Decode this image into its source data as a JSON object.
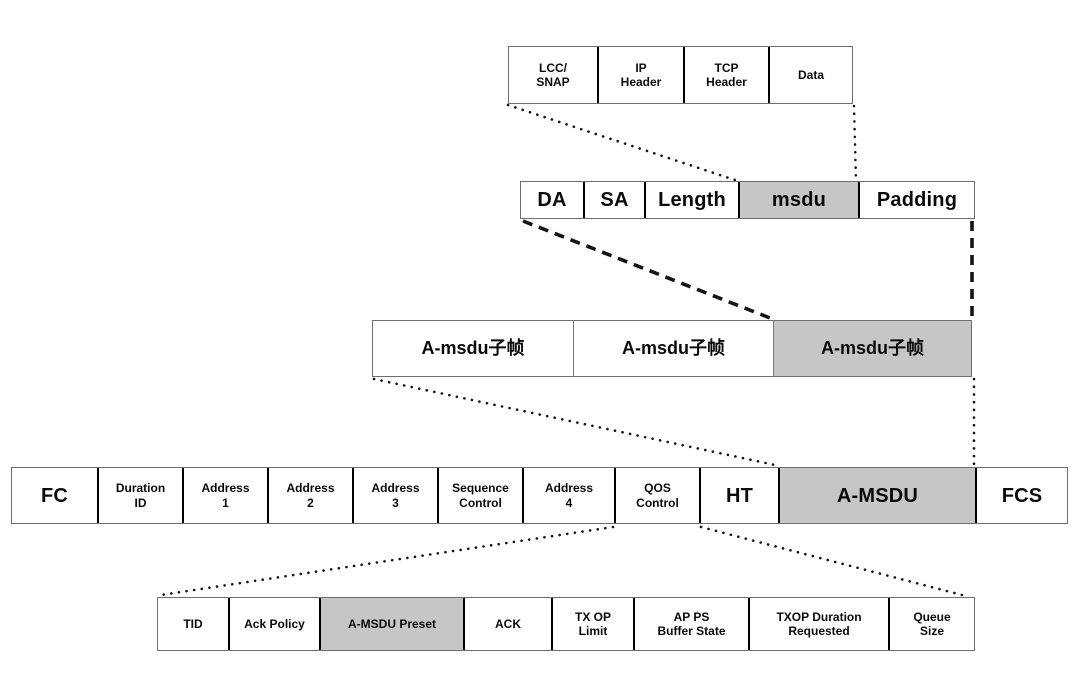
{
  "colors": {
    "background": "#ffffff",
    "shaded": "#c6c6c6",
    "outer-border": "#6f6f6f",
    "divider": "#000000",
    "text": "#0a0a0a",
    "line": "#141414"
  },
  "rows": [
    {
      "name": "msdu-contents-row",
      "cells": [
        {
          "label": "LCC/\nSNAP"
        },
        {
          "label": "IP\nHeader"
        },
        {
          "label": "TCP\nHeader"
        },
        {
          "label": "Data"
        }
      ]
    },
    {
      "name": "amsdu-subframe-structure-row",
      "cells": [
        {
          "label": "DA"
        },
        {
          "label": "SA"
        },
        {
          "label": "Length"
        },
        {
          "label": "msdu",
          "shaded": true
        },
        {
          "label": "Padding"
        }
      ]
    },
    {
      "name": "amsdu-aggregate-row",
      "cells": [
        {
          "label": "A-msdu子帧"
        },
        {
          "label": "A-msdu子帧"
        },
        {
          "label": "A-msdu子帧",
          "shaded": true
        }
      ]
    },
    {
      "name": "mac-frame-row",
      "cells": [
        {
          "label": "FC"
        },
        {
          "label": "Duration\nID"
        },
        {
          "label": "Address\n1"
        },
        {
          "label": "Address\n2"
        },
        {
          "label": "Address\n3"
        },
        {
          "label": "Sequence\nControl"
        },
        {
          "label": "Address\n4"
        },
        {
          "label": "QOS\nControl"
        },
        {
          "label": "HT"
        },
        {
          "label": "A-MSDU",
          "shaded": true
        },
        {
          "label": "FCS"
        }
      ]
    },
    {
      "name": "qos-control-fields-row",
      "cells": [
        {
          "label": "TID"
        },
        {
          "label": "Ack Policy"
        },
        {
          "label": "A-MSDU Preset",
          "shaded": true
        },
        {
          "label": "ACK"
        },
        {
          "label": "TX OP\nLimit"
        },
        {
          "label": "AP PS\nBuffer State"
        },
        {
          "label": "TXOP Duration\nRequested"
        },
        {
          "label": "Queue\nSize"
        }
      ]
    }
  ]
}
